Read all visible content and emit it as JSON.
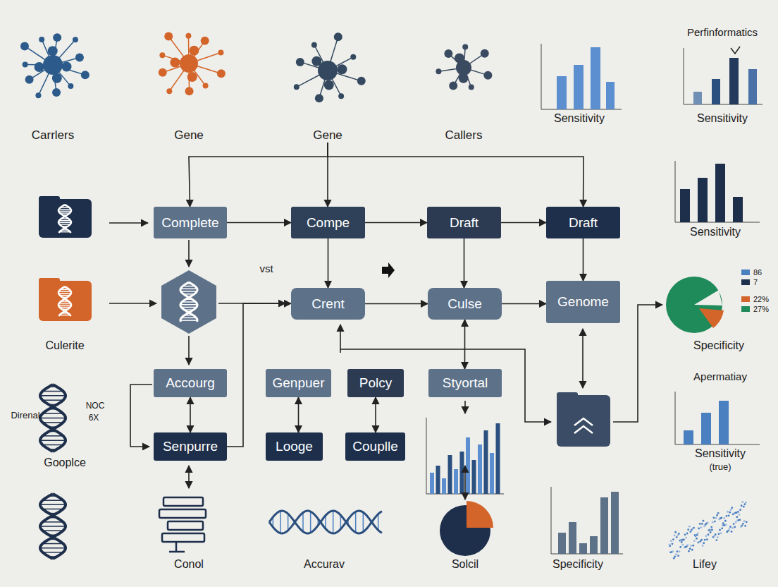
{
  "diagram": {
    "nodes": [
      {
        "text": [
          "Carrlers"
        ]
      },
      {
        "text": [
          "Gene"
        ]
      },
      {
        "text": [
          "Gene"
        ]
      },
      {
        "text": [
          "Callers"
        ]
      },
      {
        "text": [
          "Complete"
        ]
      },
      {
        "text": [
          "Compe"
        ]
      },
      {
        "text": [
          "Draft"
        ]
      },
      {
        "text": [
          "Draft"
        ]
      },
      {
        "text": [
          "Crent"
        ]
      },
      {
        "text": [
          "Culse"
        ]
      },
      {
        "text": [
          "Genome"
        ]
      },
      {
        "text": [
          "Accourg"
        ]
      },
      {
        "text": [
          "Genpuer"
        ]
      },
      {
        "text": [
          "Polcy"
        ]
      },
      {
        "text": [
          "Styortal"
        ]
      },
      {
        "text": [
          "Senpurre"
        ]
      },
      {
        "text": [
          "Looge"
        ]
      },
      {
        "text": [
          "Couplle"
        ]
      }
    ],
    "edges": [
      {
        "from": 4,
        "to": 5,
        "arrow": "to"
      },
      {
        "from": 5,
        "to": 6,
        "arrow": "to"
      },
      {
        "from": 6,
        "to": 7,
        "arrow": "to"
      },
      {
        "from": 2,
        "to": 5,
        "arrow": "to"
      },
      {
        "from": 2,
        "to": 4,
        "arrow": "to"
      },
      {
        "from": 2,
        "to": 7,
        "arrow": "to"
      },
      {
        "from": 5,
        "to": 8,
        "arrow": "to"
      },
      {
        "from": 6,
        "to": 9,
        "arrow": "to"
      },
      {
        "from": 7,
        "to": 10,
        "arrow": "to"
      },
      {
        "from": 8,
        "to": 9,
        "arrow": "to"
      },
      {
        "from": 9,
        "to": 10,
        "arrow": "to"
      },
      {
        "from": 9,
        "to": 14,
        "arrow": "both"
      },
      {
        "from": 11,
        "to": 15,
        "arrow": "both"
      },
      {
        "from": 12,
        "to": 16,
        "arrow": "both"
      },
      {
        "from": 13,
        "to": 17,
        "arrow": "both"
      },
      {
        "from": 15,
        "to": 8,
        "arrow": "to"
      }
    ],
    "labels": [
      "Perfinformatics",
      "Sensitivity",
      "Sensitivity",
      "Sensitivity",
      "vst",
      "Culerite",
      "Specificity",
      "Apermatiay",
      "Direnal",
      "NOC",
      "6X",
      "Gooplce",
      "Sensitivity",
      "(true)",
      "Conol",
      "Accurav",
      "Solcil",
      "Specificity",
      "Lifey"
    ],
    "legend": [
      {
        "text": "86",
        "color": "#4a7fc0"
      },
      {
        "text": "7",
        "color": "#1f2f4e"
      },
      {
        "text": "22%",
        "color": "#d4652a"
      },
      {
        "text": "27%",
        "color": "#1f8a5a"
      }
    ]
  }
}
